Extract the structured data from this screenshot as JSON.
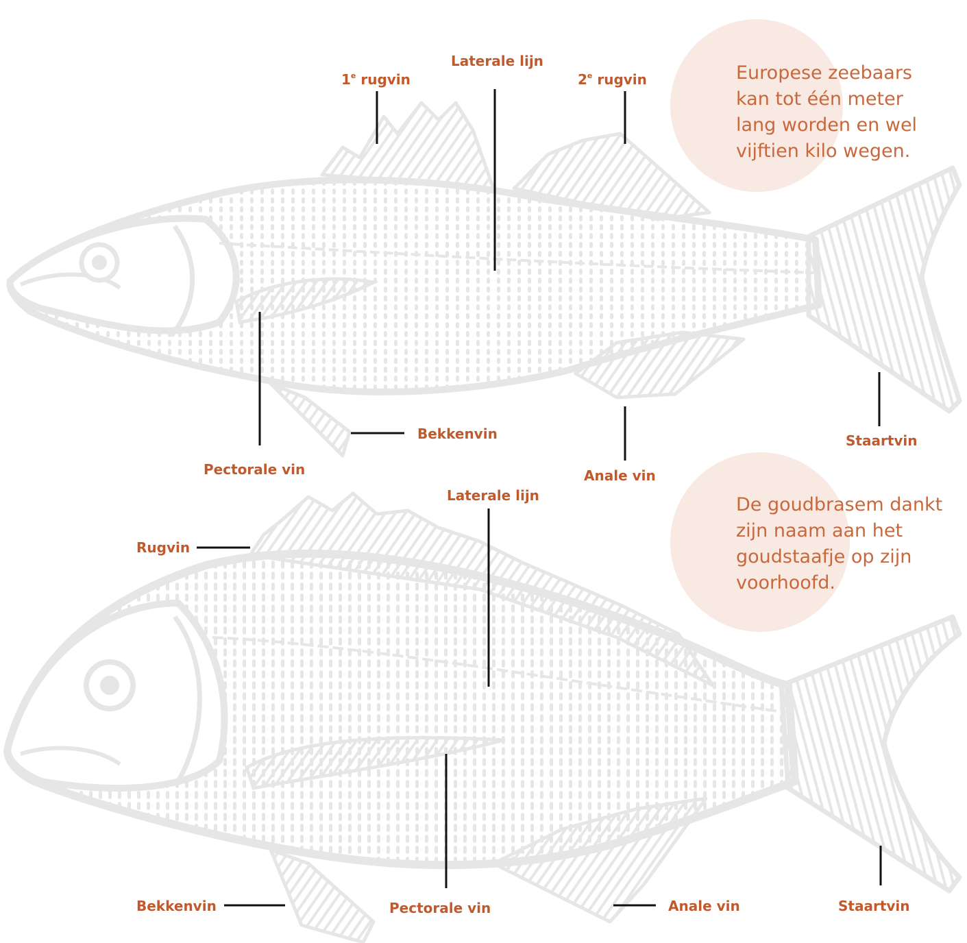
{
  "colors": {
    "label": "#c05a2c",
    "note": "#c9683c",
    "circle": "#f8e9e2",
    "fish": "#e6e6e6",
    "leader": "#111111"
  },
  "seabass": {
    "note_lines": [
      "Europese zeebaars",
      "kan tot één meter",
      "lang worden en wel",
      "vijftien kilo wegen."
    ],
    "labels": {
      "dorsal1_num": "1",
      "dorsal1_sup": "e",
      "dorsal1_text": " rugvin",
      "lateral": "Laterale lijn",
      "dorsal2_num": "2",
      "dorsal2_sup": "e",
      "dorsal2_text": " rugvin",
      "pelvic": "Bekkenvin",
      "pectoral": "Pectorale vin",
      "anal": "Anale vin",
      "caudal": "Staartvin"
    }
  },
  "seabream": {
    "note_lines": [
      "De goudbrasem dankt",
      "zijn naam aan het",
      "goudstaafje op zijn",
      "voorhoofd."
    ],
    "labels": {
      "dorsal": "Rugvin",
      "lateral": "Laterale lijn",
      "pelvic": "Bekkenvin",
      "pectoral": "Pectorale vin",
      "anal": "Anale vin",
      "caudal": "Staartvin"
    }
  }
}
